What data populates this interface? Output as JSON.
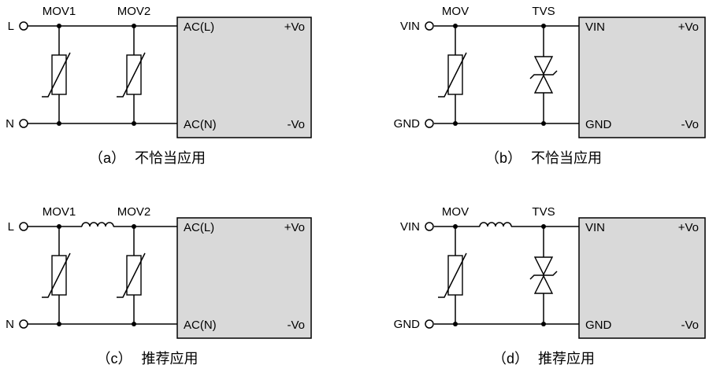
{
  "colors": {
    "box_fill": "#d9d9d9",
    "stroke": "#000000"
  },
  "panels": {
    "a": {
      "terminals": {
        "top": "L",
        "bottom": "N"
      },
      "components": {
        "c1": "MOV1",
        "c2": "MOV2"
      },
      "box": {
        "in_top": "AC(L)",
        "in_bottom": "AC(N)",
        "out_top": "+Vo",
        "out_bottom": "-Vo"
      },
      "caption_label": "（a）",
      "caption_text": "不恰当应用"
    },
    "b": {
      "terminals": {
        "top": "VIN",
        "bottom": "GND"
      },
      "components": {
        "c1": "MOV",
        "c2": "TVS"
      },
      "box": {
        "in_top": "VIN",
        "in_bottom": "GND",
        "out_top": "+Vo",
        "out_bottom": "-Vo"
      },
      "caption_label": "（b）",
      "caption_text": "不恰当应用"
    },
    "c": {
      "terminals": {
        "top": "L",
        "bottom": "N"
      },
      "components": {
        "c1": "MOV1",
        "c2": "MOV2"
      },
      "box": {
        "in_top": "AC(L)",
        "in_bottom": "AC(N)",
        "out_top": "+Vo",
        "out_bottom": "-Vo"
      },
      "caption_label": "（c）",
      "caption_text": "推荐应用"
    },
    "d": {
      "terminals": {
        "top": "VIN",
        "bottom": "GND"
      },
      "components": {
        "c1": "MOV",
        "c2": "TVS"
      },
      "box": {
        "in_top": "VIN",
        "in_bottom": "GND",
        "out_top": "+Vo",
        "out_bottom": "-Vo"
      },
      "caption_label": "（d）",
      "caption_text": "推荐应用"
    }
  }
}
